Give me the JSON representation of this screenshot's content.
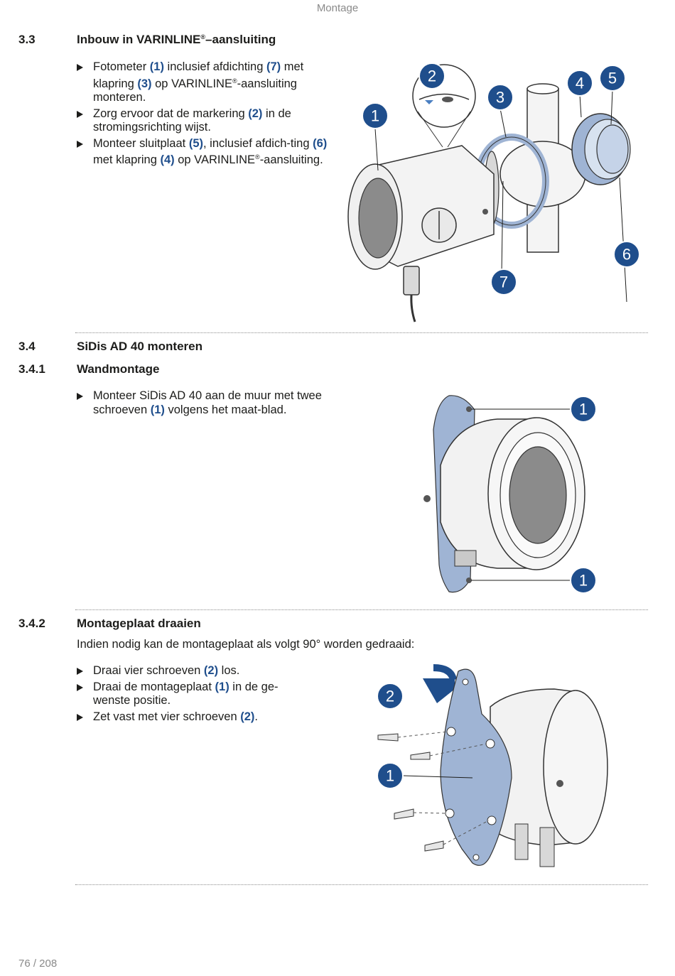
{
  "header": {
    "title": "Montage"
  },
  "section_3_3": {
    "number": "3.3",
    "title_before": "Inbouw in VARINLINE",
    "title_reg": "®",
    "title_after": "–aansluiting",
    "steps": [
      {
        "t1": "Fotometer ",
        "r1": "(1)",
        "t2": " inclusief afdichting ",
        "r2": "(7)",
        "t3": " met klapring ",
        "r3": "(3)",
        "t4": " op VARINLINE",
        "reg": "®",
        "t5": "-aansluiting monteren."
      },
      {
        "t1": "Zorg ervoor dat de markering ",
        "r1": "(2)",
        "t2": " in de stromingsrichting wijst."
      },
      {
        "t1": "Monteer sluitplaat ",
        "r1": "(5)",
        "t2": ", inclusief afdich-ting ",
        "r2": "(6)",
        "t3": " met klapring ",
        "r3": "(4)",
        "t4": " op VARINLINE",
        "reg": "®",
        "t5": "-aansluiting."
      }
    ],
    "figure_callouts": [
      "1",
      "2",
      "3",
      "4",
      "5",
      "6",
      "7"
    ]
  },
  "section_3_4": {
    "number": "3.4",
    "title": "SiDis AD 40 monteren"
  },
  "section_3_4_1": {
    "number": "3.4.1",
    "title": "Wandmontage",
    "steps": [
      {
        "t1": "Monteer SiDis AD 40 aan de muur met twee schroeven ",
        "r1": "(1)",
        "t2": " volgens het maat-blad."
      }
    ],
    "figure_callouts": [
      "1",
      "1"
    ]
  },
  "section_3_4_2": {
    "number": "3.4.2",
    "title": "Montageplaat draaien",
    "intro": "Indien nodig kan de montageplaat als volgt 90° worden gedraaid:",
    "steps": [
      {
        "t1": "Draai vier schroeven ",
        "r1": "(2)",
        "t2": " los."
      },
      {
        "t1": "Draai de montageplaat ",
        "r1": "(1)",
        "t2": " in de ge-wenste positie."
      },
      {
        "t1": "Zet vast met vier schroeven ",
        "r1": "(2)",
        "t2": "."
      }
    ],
    "figure_callouts": [
      "2",
      "1"
    ]
  },
  "footer": {
    "page": "76 / 208"
  },
  "colors": {
    "accent": "#1f4e8c",
    "part_blue": "#aebfd9",
    "device_grey": "#f0f0f0"
  }
}
